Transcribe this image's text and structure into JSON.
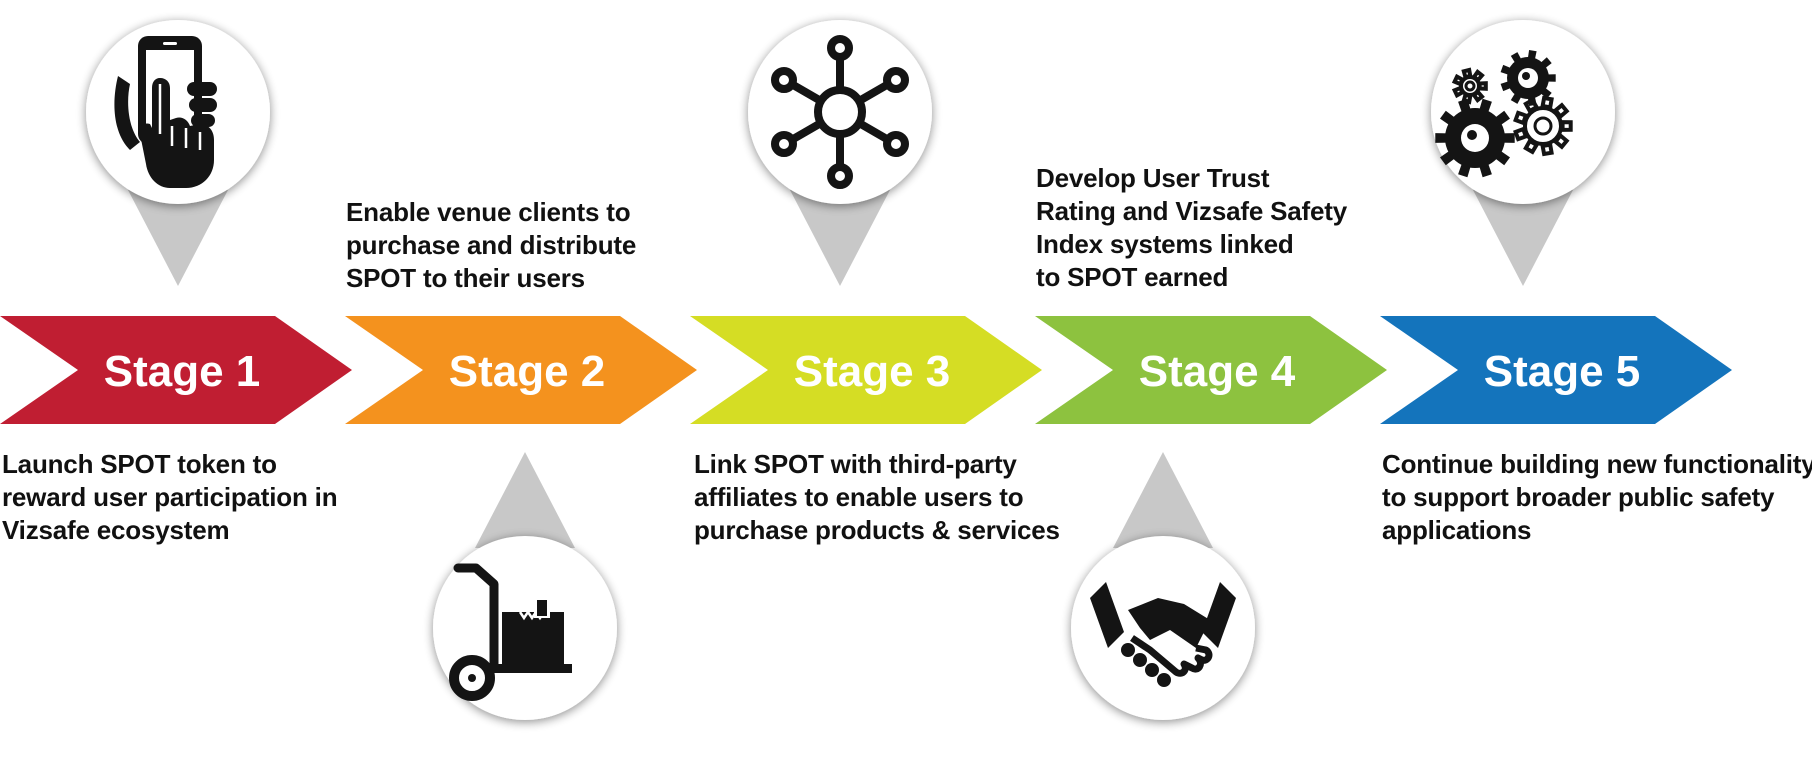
{
  "stages": [
    {
      "label": "Stage 1",
      "color": "#c01e32",
      "icon": "smartphone-tap-icon",
      "description": [
        "Launch SPOT token to",
        "reward user participation in",
        "Vizsafe ecosystem"
      ]
    },
    {
      "label": "Stage 2",
      "color": "#f4921e",
      "icon": "hand-truck-box-icon",
      "description": [
        "Enable venue clients to",
        "purchase and distribute",
        "SPOT to their users"
      ]
    },
    {
      "label": "Stage 3",
      "color": "#d5dd24",
      "icon": "network-hub-icon",
      "description": [
        "Link SPOT with third-party",
        "affiliates to enable users to",
        "purchase products & services"
      ]
    },
    {
      "label": "Stage 4",
      "color": "#8dc23f",
      "icon": "handshake-icon",
      "description": [
        "Develop User Trust",
        "Rating and Vizsafe Safety",
        "Index systems linked",
        "to SPOT earned"
      ]
    },
    {
      "label": "Stage 5",
      "color": "#1474bc",
      "icon": "gears-icon",
      "description": [
        "Continue building new functionality",
        "to support broader public safety",
        "applications"
      ]
    }
  ],
  "colors": {
    "pin_gray": "#c8c8c8",
    "icon_dark": "#141414",
    "circle": "#ffffff"
  }
}
